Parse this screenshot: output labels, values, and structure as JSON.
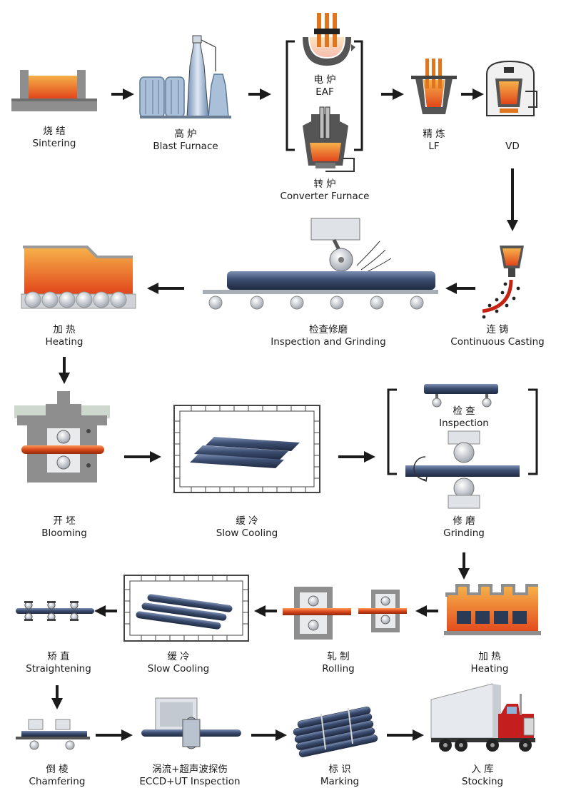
{
  "steps": {
    "sintering": {
      "zh": "烧 结",
      "en": "Sintering"
    },
    "blast": {
      "zh": "高 炉",
      "en": "Blast Furnace"
    },
    "eaf": {
      "zh": "电 炉",
      "en": "EAF"
    },
    "converter": {
      "zh": "转 炉",
      "en": "Converter Furnace"
    },
    "lf": {
      "zh": "精 炼",
      "en": "LF"
    },
    "vd": {
      "zh": "",
      "en": "VD"
    },
    "casting": {
      "zh": "连 铸",
      "en": "Continuous Casting"
    },
    "insp_grind": {
      "zh": "检查修磨",
      "en": "Inspection and Grinding"
    },
    "heating1": {
      "zh": "加 热",
      "en": "Heating"
    },
    "blooming": {
      "zh": "开 坯",
      "en": "Blooming"
    },
    "slow1": {
      "zh": "缓 冷",
      "en": "Slow Cooling"
    },
    "inspection": {
      "zh": "检 查",
      "en": "Inspection"
    },
    "grinding": {
      "zh": "修 磨",
      "en": "Grinding"
    },
    "heating2": {
      "zh": "加 热",
      "en": "Heating"
    },
    "rolling": {
      "zh": "轧 制",
      "en": "Rolling"
    },
    "slow2": {
      "zh": "缓 冷",
      "en": "Slow Cooling"
    },
    "straight": {
      "zh": "矫 直",
      "en": "Straightening"
    },
    "chamfer": {
      "zh": "倒 棱",
      "en": "Chamfering"
    },
    "eccd": {
      "zh": "涡流+超声波探伤",
      "en": "ECCD+UT Inspection"
    },
    "marking": {
      "zh": "标 识",
      "en": "Marking"
    },
    "stocking": {
      "zh": "入 库",
      "en": "Stocking"
    }
  },
  "colors": {
    "molten": "#e8561e",
    "molten_light": "#f5a623",
    "steel_dark": "#2b3a55",
    "steel_mid": "#5b6d8f",
    "equipment_gray": "#8e8e8e",
    "roller_light": "#c9ced6",
    "arrow": "#1b1b1b",
    "truck_red": "#c41e1e"
  }
}
